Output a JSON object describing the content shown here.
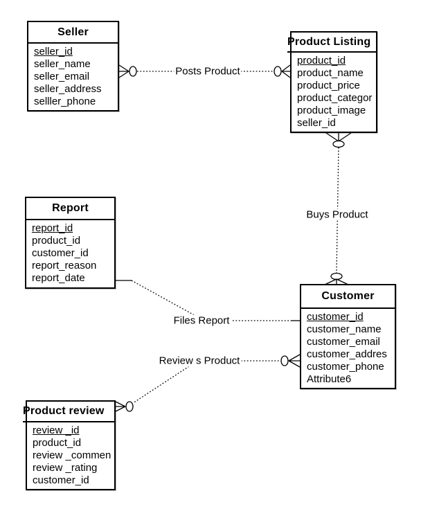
{
  "colors": {
    "background": "#ffffff",
    "line": "#000000",
    "text": "#000000"
  },
  "entities": {
    "seller": {
      "title": "Seller",
      "attributes": [
        "seller_id",
        "seller_name",
        "seller_email",
        "seller_address",
        "selller_phone"
      ]
    },
    "product_listing": {
      "title": "Product Listing",
      "attributes": [
        "product_id",
        "product_name",
        "product_price",
        "product_categor",
        "product_image",
        "seller_id"
      ]
    },
    "report": {
      "title": "Report",
      "attributes": [
        "report_id",
        "product_id",
        "customer_id",
        "report_reason",
        "report_date"
      ]
    },
    "customer": {
      "title": "Customer",
      "attributes": [
        "customer_id",
        "customer_name",
        "customer_email",
        "customer_addres",
        "customer_phone",
        "Attribute6"
      ]
    },
    "product_review": {
      "title": "Product review",
      "attributes": [
        "review _id",
        "product_id",
        "review _commen",
        "review _rating",
        "customer_id"
      ]
    }
  },
  "relationships": {
    "posts_product": {
      "label": "Posts Product",
      "from": "Seller",
      "to": "Product Listing",
      "notation": "zero-or-many to zero-or-many"
    },
    "buys_product": {
      "label": "Buys Product",
      "from": "Product Listing",
      "to": "Customer",
      "notation": "zero-or-many to zero-or-many"
    },
    "files_report": {
      "label": "Files Report",
      "from": "Report",
      "to": "Customer",
      "notation": "plain line"
    },
    "reviews_product": {
      "label": "Review s Product",
      "from": "Product review",
      "to": "Customer",
      "notation": "zero-or-many to zero-or-many"
    }
  }
}
